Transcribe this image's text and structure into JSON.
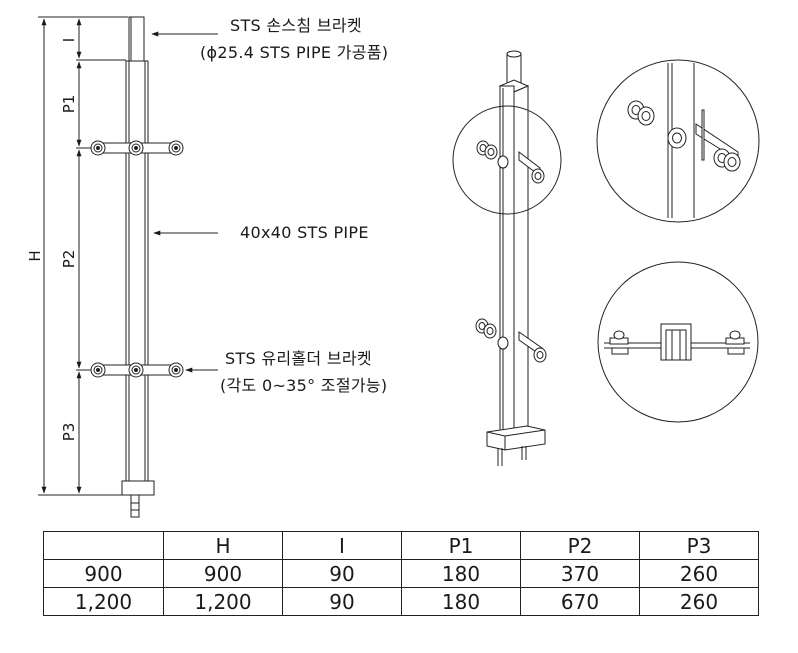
{
  "callouts": {
    "top_bracket_line1": "STS 손스침 브라켓",
    "top_bracket_line2": "(ϕ25.4 STS PIPE 가공품)",
    "main_pipe": "40x40 STS PIPE",
    "glass_holder_line1": "STS 유리홀더 브라켓",
    "glass_holder_line2": "(각도 0~35° 조절가능)"
  },
  "dimension_labels": {
    "overall_height": "H",
    "top_segment": "I",
    "segment_1": "P1",
    "segment_2": "P2",
    "segment_3": "P3"
  },
  "spec_table": {
    "header": [
      "",
      "H",
      "I",
      "P1",
      "P2",
      "P3"
    ],
    "rows": [
      [
        "900",
        "900",
        "90",
        "180",
        "370",
        "260"
      ],
      [
        "1,200",
        "1,200",
        "90",
        "180",
        "670",
        "260"
      ]
    ]
  }
}
